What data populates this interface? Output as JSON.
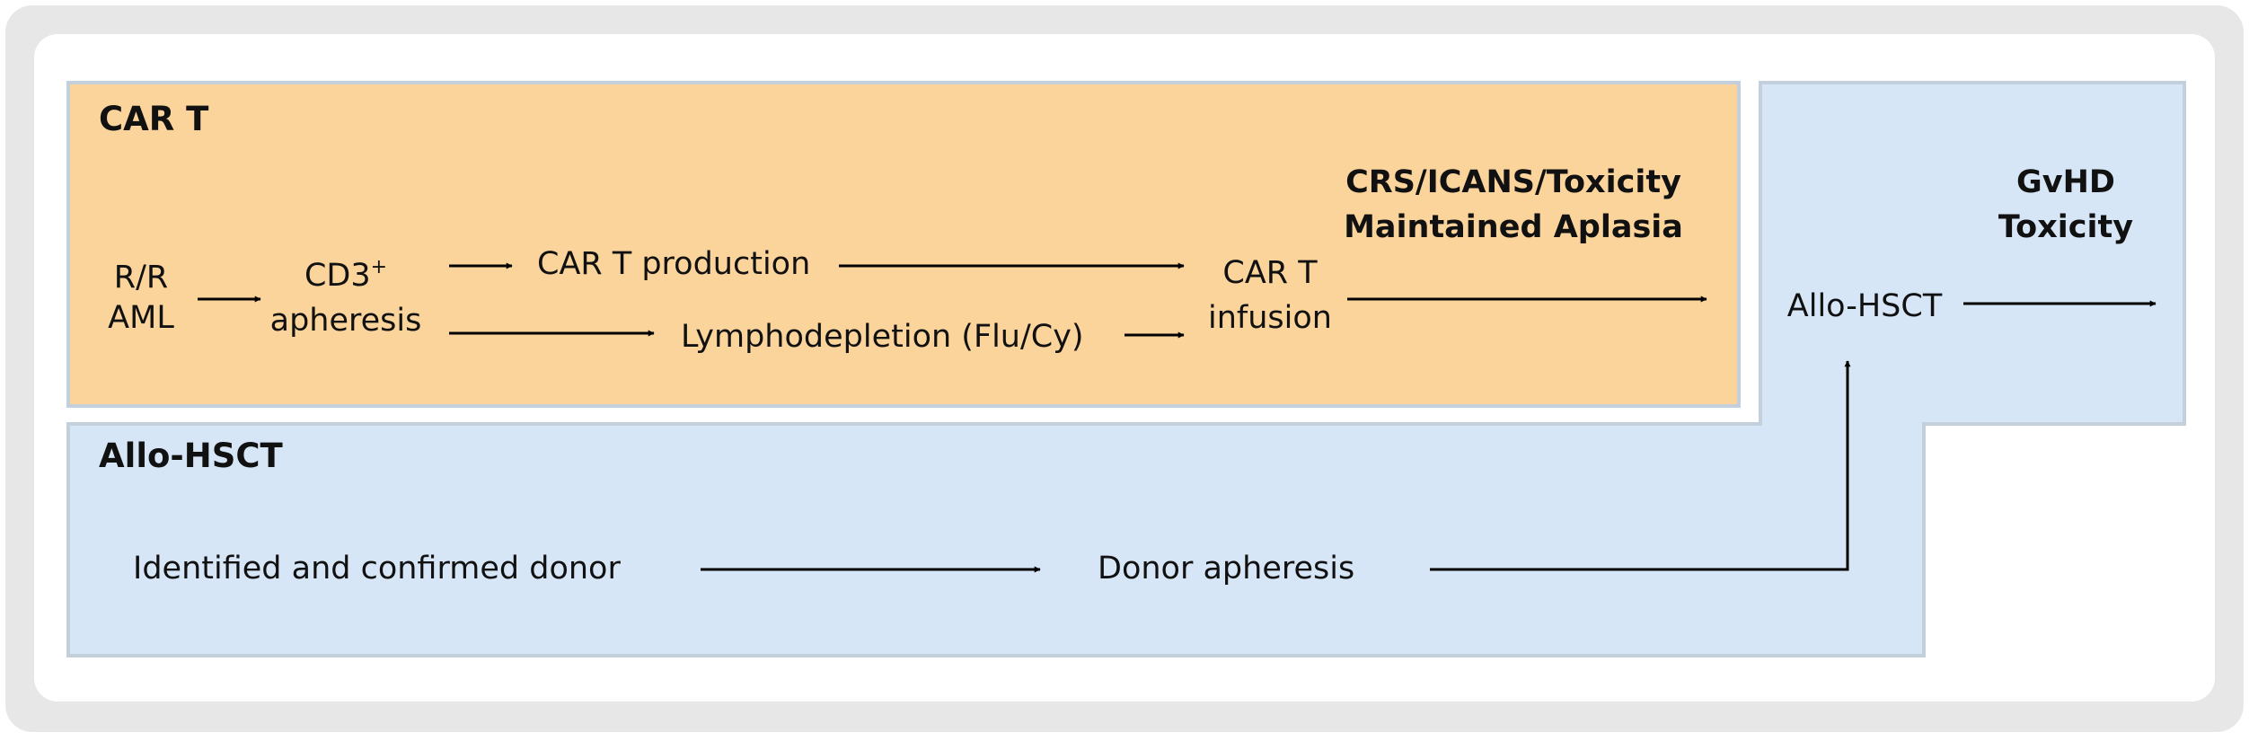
{
  "colors": {
    "frame_outer": "#e7e7e7",
    "frame_inner": "#ffffff",
    "car_t_fill": "#fbd49c",
    "allo_fill": "#d7e6f6",
    "box_border": "#c4cfdc",
    "arrow": "#000000",
    "text": "#111111"
  },
  "car_t": {
    "title": "CAR T",
    "rr_aml": {
      "line1": "R/R",
      "line2": "AML"
    },
    "cd3": {
      "base": "CD3",
      "sup": "+",
      "line2": "apheresis"
    },
    "production": "CAR T production",
    "lymphodepletion": "Lymphodepletion (Flu/Cy)",
    "infusion": {
      "line1": "CAR T",
      "line2": "infusion"
    },
    "toxicity": {
      "line1": "CRS/ICANS/Toxicity",
      "line2": "Maintained Aplasia"
    }
  },
  "allo": {
    "title": "Allo-HSCT",
    "donor": "Identified and confirmed donor",
    "donor_apheresis": "Donor apheresis",
    "allo_hsct": "Allo-HSCT",
    "gvhd": {
      "line1": "GvHD",
      "line2": "Toxicity"
    }
  }
}
